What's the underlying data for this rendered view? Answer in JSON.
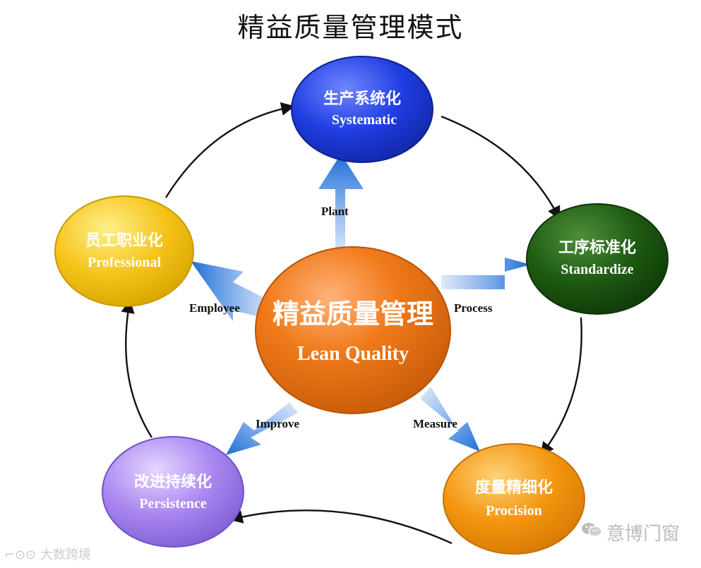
{
  "title": "精益质量管理模式",
  "center": {
    "zh": "精益质量管理",
    "en": "Lean Quality",
    "color": "#f07a1a"
  },
  "nodes": [
    {
      "id": "systematic",
      "zh": "生产系统化",
      "en": "Systematic",
      "color": "#1f3de0",
      "highlight": "#6f86ff"
    },
    {
      "id": "standardize",
      "zh": "工序标准化",
      "en": "Standardize",
      "color": "#1d5a12",
      "highlight": "#4f8f3a"
    },
    {
      "id": "precision",
      "zh": "度量精细化",
      "en": "Procision",
      "color": "#f3950e",
      "highlight": "#ffd37a"
    },
    {
      "id": "persistence",
      "zh": "改进持续化",
      "en": "Persistence",
      "color": "#a986f0",
      "highlight": "#e4d6ff"
    },
    {
      "id": "professional",
      "zh": "员工职业化",
      "en": "Professional",
      "color": "#f5c41a",
      "highlight": "#fff08a"
    }
  ],
  "arrow_labels": {
    "plant": "Plant",
    "process": "Process",
    "measure": "Measure",
    "improve": "Improve",
    "employee": "Employee"
  },
  "watermark_left": "大数跨境",
  "watermark_right": "意博门窗",
  "colors": {
    "arrow": "#1f6fd6",
    "arrow_light": "#dfeaf8",
    "ring": "#111111"
  }
}
